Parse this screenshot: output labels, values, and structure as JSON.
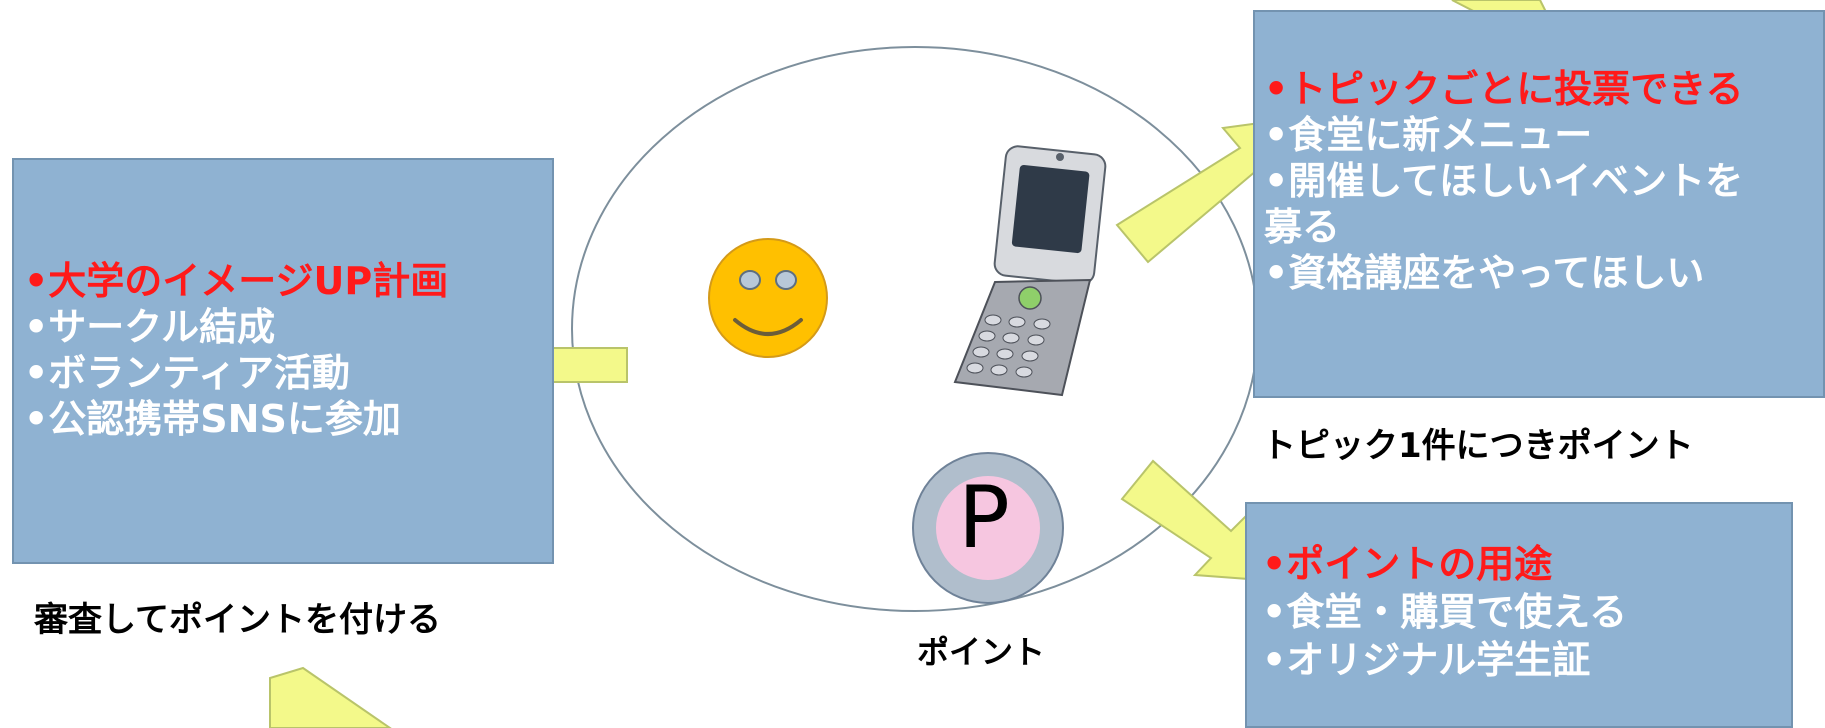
{
  "left_box": {
    "lines": [
      "•大学のイメージUP計画",
      "•サークル結成",
      "•ボランティア活動",
      "•公認携帯SNSに参加"
    ],
    "caption": "審査してポイントを付ける"
  },
  "top_right_box": {
    "lines": [
      "•トピックごとに投票できる",
      "•食堂に新メニュー",
      "•開催してほしいイベントを",
      "募る",
      "•資格講座をやってほしい"
    ],
    "caption": "トピック1件につきポイント"
  },
  "bottom_right_box": {
    "lines": [
      "•ポイントの用途",
      "•食堂・購買で使える",
      "•オリジナル学生証"
    ]
  },
  "point_icon": {
    "letter": "P",
    "label": "ポイント"
  },
  "colors": {
    "box_fill": "#8fb2d2",
    "box_border": "#7393b0",
    "highlight_text": "#ff1a1a",
    "arrow_fill": "#f3f98a",
    "arrow_stroke": "#b9c46a",
    "smiley_fill": "#ffc000",
    "point_fill": "#f6c6e0"
  },
  "icons": [
    "smiley-face-icon",
    "flip-phone-icon",
    "point-badge-icon"
  ]
}
